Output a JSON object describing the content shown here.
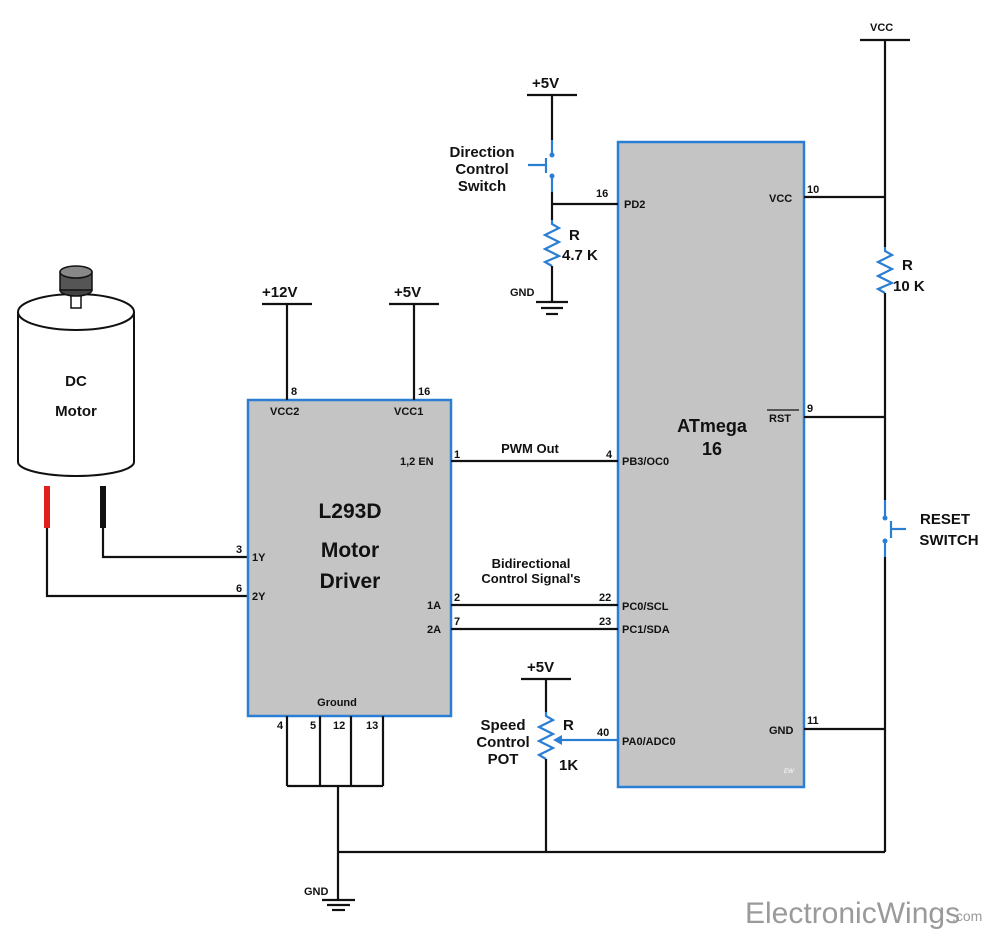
{
  "motor": {
    "line1": "DC",
    "line2": "Motor"
  },
  "supplies": {
    "v12": "+12V",
    "v5_driver": "+5V",
    "v5_dir": "+5V",
    "v5_pot": "+5V",
    "vcc_top": "VCC"
  },
  "grounds": {
    "gnd_dir": "GND",
    "gnd_main": "GND"
  },
  "driver": {
    "title1": "L293D",
    "title2": "Motor",
    "title3": "Driver",
    "vcc2": "VCC2",
    "vcc1": "VCC1",
    "en": "1,2 EN",
    "y1": "1Y",
    "y2": "2Y",
    "a1": "1A",
    "a2": "2A",
    "ground": "Ground",
    "pins": {
      "vcc2": "8",
      "vcc1": "16",
      "en": "1",
      "y1": "3",
      "y2": "6",
      "a1": "2",
      "a2": "7",
      "g4": "4",
      "g5": "5",
      "g12": "12",
      "g13": "13"
    }
  },
  "mcu": {
    "title1": "ATmega",
    "title2": "16",
    "pd2": "PD2",
    "pb3": "PB3/OC0",
    "pc0": "PC0/SCL",
    "pc1": "PC1/SDA",
    "pa0": "PA0/ADC0",
    "vcc": "VCC",
    "rst": "RST",
    "gnd": "GND",
    "mark": "EW",
    "pins": {
      "pd2": "16",
      "pb3": "4",
      "pc0": "22",
      "pc1": "23",
      "pa0": "40",
      "vcc": "10",
      "rst": "9",
      "gnd": "11"
    }
  },
  "signals": {
    "pwm": "PWM Out",
    "bidir1": "Bidirectional",
    "bidir2": "Control Signal's"
  },
  "direction_switch": {
    "line1": "Direction",
    "line2": "Control",
    "line3": "Switch"
  },
  "r_dir": {
    "name": "R",
    "value": "4.7 K"
  },
  "r_reset": {
    "name": "R",
    "value": "10 K"
  },
  "reset_switch": {
    "line1": "RESET",
    "line2": "SWITCH"
  },
  "pot": {
    "line1": "Speed",
    "line2": "Control",
    "line3": "POT",
    "name": "R",
    "value": "1K"
  },
  "watermark": {
    "brand": "ElectronicWings",
    "suffix": ".com"
  },
  "colors": {
    "chip_fill": "#c4c4c4",
    "chip_border": "#2a7fd4",
    "motor_lead_red": "#e0201c"
  }
}
